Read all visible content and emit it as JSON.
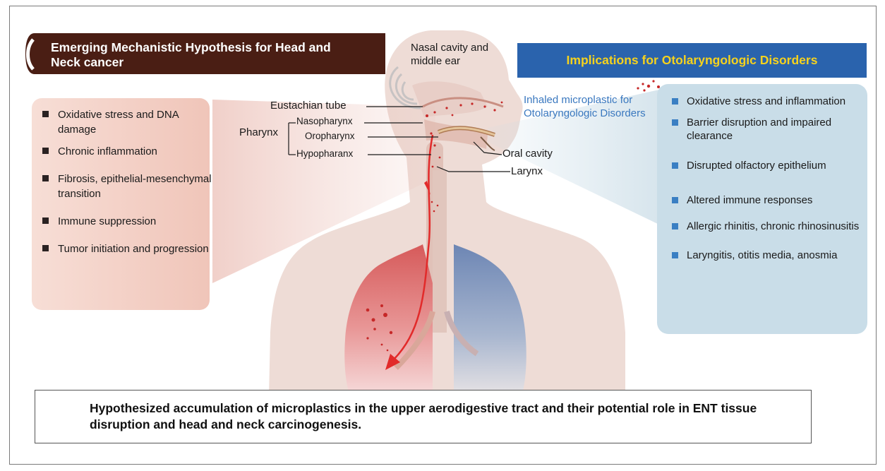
{
  "left_panel": {
    "title": "Emerging Mechanistic Hypothesis for Head and Neck cancer",
    "items": [
      {
        "text": "Oxidative stress and DNA damage"
      },
      {
        "text": "Chronic inflammation"
      },
      {
        "text": "Fibrosis, epithelial-mesenchymal transition"
      },
      {
        "text": "Immune suppression"
      },
      {
        "text": "Tumor initiation and progression"
      }
    ]
  },
  "right_panel": {
    "title": "Implications for Otolaryngologic Disorders",
    "items": [
      {
        "text": "Oxidative stress and inflammation"
      },
      {
        "text": "Barrier disruption and impaired clearance"
      },
      {
        "text": "Disrupted olfactory epithelium"
      },
      {
        "text": "Altered immune responses"
      },
      {
        "text": "Allergic rhinitis, chronic rhinosinusitis"
      },
      {
        "text": "Laryngitis, otitis media, anosmia"
      }
    ]
  },
  "anatomy": {
    "nasal_cavity": "Nasal cavity and middle ear",
    "eustachian_tube": "Eustachian tube",
    "pharynx": "Pharynx",
    "nasopharynx": "Nasopharynx",
    "oropharynx": "Oropharynx",
    "hypopharynx": "Hypopharanx",
    "oral_cavity": "Oral cavity",
    "larynx": "Larynx"
  },
  "inhaled_label": "Inhaled microplastic for Otolaryngologic Disorders",
  "caption": "Hypothesized accumulation of microplastics in the upper aerodigestive tract and their potential role in ENT tissue disruption and head and neck carcinogenesis.",
  "colors": {
    "left_banner": "#4a1e14",
    "left_box": "#f7ded6",
    "right_banner": "#2a63ad",
    "right_title": "#f6d21d",
    "right_box": "#c9dde8",
    "body": "#eedcd6",
    "lung_left": "#d65a5a",
    "lung_right": "#6d86b4",
    "arrow": "#e22a2a",
    "particles": "#c62828"
  },
  "icons": [
    "ear-icon",
    "nose-airflow",
    "microplastic-particles",
    "inhalation-arrow"
  ]
}
